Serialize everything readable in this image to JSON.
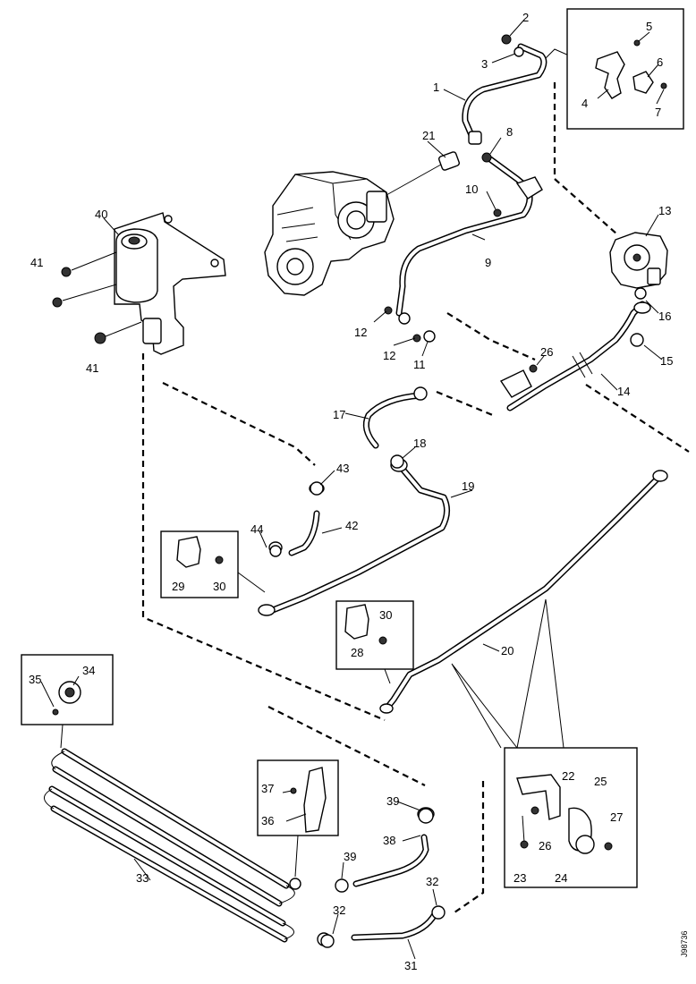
{
  "diagram": {
    "drawing_code": "J98736",
    "callouts": [
      {
        "id": "c1",
        "label": "1"
      },
      {
        "id": "c2",
        "label": "2"
      },
      {
        "id": "c3",
        "label": "3"
      },
      {
        "id": "c4",
        "label": "4"
      },
      {
        "id": "c5",
        "label": "5"
      },
      {
        "id": "c6",
        "label": "6"
      },
      {
        "id": "c7",
        "label": "7"
      },
      {
        "id": "c8",
        "label": "8"
      },
      {
        "id": "c9",
        "label": "9"
      },
      {
        "id": "c10",
        "label": "10"
      },
      {
        "id": "c11",
        "label": "11"
      },
      {
        "id": "c12a",
        "label": "12"
      },
      {
        "id": "c12b",
        "label": "12"
      },
      {
        "id": "c13",
        "label": "13"
      },
      {
        "id": "c14",
        "label": "14"
      },
      {
        "id": "c15",
        "label": "15"
      },
      {
        "id": "c16",
        "label": "16"
      },
      {
        "id": "c17",
        "label": "17"
      },
      {
        "id": "c18",
        "label": "18"
      },
      {
        "id": "c19",
        "label": "19"
      },
      {
        "id": "c20",
        "label": "20"
      },
      {
        "id": "c21",
        "label": "21"
      },
      {
        "id": "c22",
        "label": "22"
      },
      {
        "id": "c23",
        "label": "23"
      },
      {
        "id": "c24",
        "label": "24"
      },
      {
        "id": "c25",
        "label": "25"
      },
      {
        "id": "c26a",
        "label": "26"
      },
      {
        "id": "c26b",
        "label": "26"
      },
      {
        "id": "c27",
        "label": "27"
      },
      {
        "id": "c28",
        "label": "28"
      },
      {
        "id": "c29",
        "label": "29"
      },
      {
        "id": "c30a",
        "label": "30"
      },
      {
        "id": "c30b",
        "label": "30"
      },
      {
        "id": "c31",
        "label": "31"
      },
      {
        "id": "c32a",
        "label": "32"
      },
      {
        "id": "c32b",
        "label": "32"
      },
      {
        "id": "c33",
        "label": "33"
      },
      {
        "id": "c34",
        "label": "34"
      },
      {
        "id": "c35",
        "label": "35"
      },
      {
        "id": "c36",
        "label": "36"
      },
      {
        "id": "c37",
        "label": "37"
      },
      {
        "id": "c38",
        "label": "38"
      },
      {
        "id": "c39a",
        "label": "39"
      },
      {
        "id": "c39b",
        "label": "39"
      },
      {
        "id": "c40",
        "label": "40"
      },
      {
        "id": "c41a",
        "label": "41"
      },
      {
        "id": "c41b",
        "label": "41"
      },
      {
        "id": "c42",
        "label": "42"
      },
      {
        "id": "c43",
        "label": "43"
      },
      {
        "id": "c44",
        "label": "44"
      }
    ]
  }
}
